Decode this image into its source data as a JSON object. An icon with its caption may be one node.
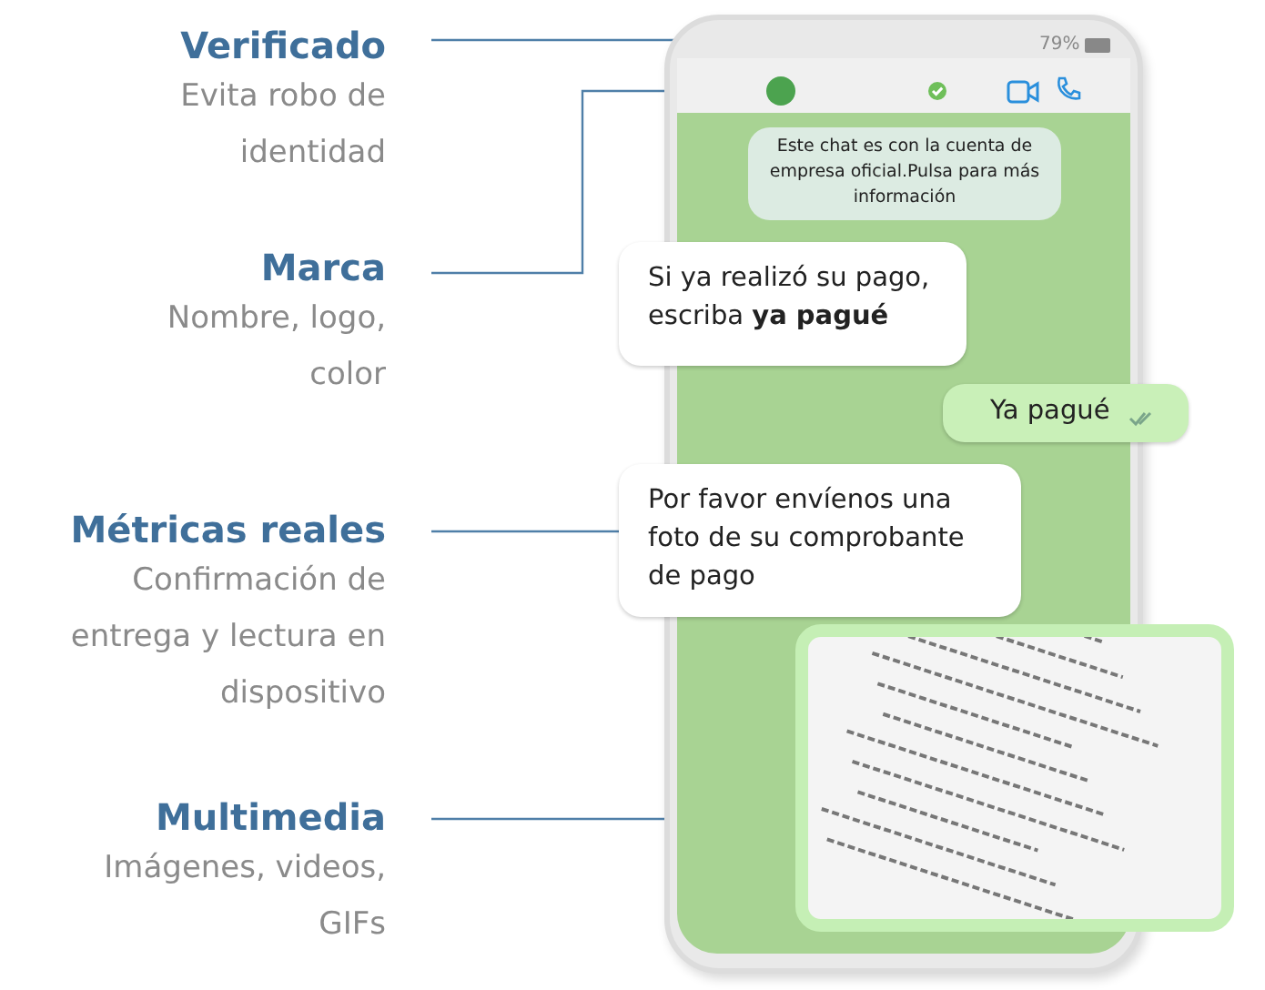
{
  "diagram": {
    "nodes": [
      {
        "text": [
          "Verificado",
          "Evita robo de identidad"
        ]
      },
      {
        "text": [
          "Marca",
          "Nombre, logo, color"
        ]
      },
      {
        "text": [
          "Métricas reales",
          "Confirmación de entrega y lectura en dispositivo"
        ]
      },
      {
        "text": [
          "Multimedia",
          "Imágenes, videos, GIFs"
        ]
      },
      {
        "text": [],
        "shape": "box"
      },
      {
        "text": [],
        "shape": "circle",
        "in": 4
      },
      {
        "text": [],
        "shape": "circle",
        "in": 4
      },
      {
        "text": [
          "Este chat es con la cuenta de empresa oficial.Pulsa para más información"
        ],
        "in": 4
      },
      {
        "text": [
          "Si ya realizó su pago, escriba **ya pagué**"
        ],
        "in": 4
      },
      {
        "text": [
          "Ya pagué"
        ],
        "in": 4
      },
      {
        "text": [
          "Por favor envíenos una foto de su comprobante de pago"
        ],
        "in": 4
      },
      {
        "text": [],
        "shape": "picture"
      }
    ],
    "edges": [
      {
        "from": 0,
        "to": 6,
        "arrow": "none"
      },
      {
        "from": 1,
        "to": 5,
        "arrow": "none"
      },
      {
        "from": 2,
        "to": 10,
        "arrow": "none"
      },
      {
        "from": 3,
        "to": 11,
        "arrow": "none"
      }
    ],
    "labels": [
      "79%"
    ]
  }
}
